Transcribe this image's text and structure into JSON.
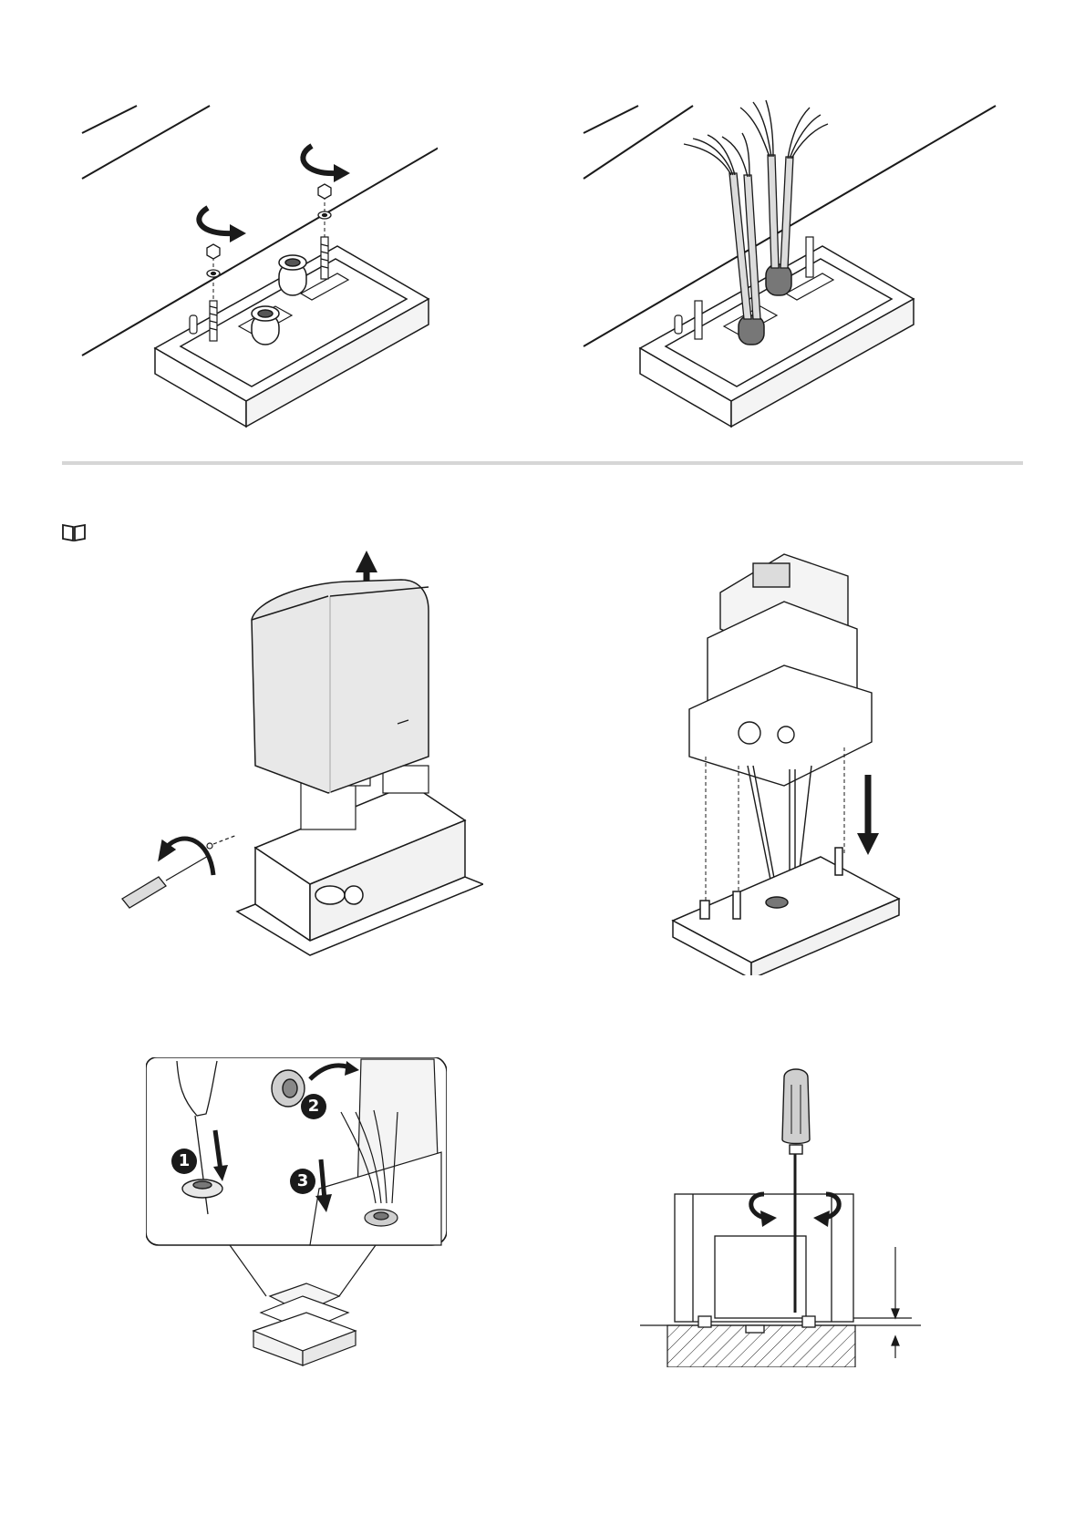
{
  "icons": {
    "manual_reference": "open-book-icon"
  },
  "steps": {
    "s1": "1",
    "s2": "2",
    "s3": "3"
  },
  "colors": {
    "line": "#1a1a1a",
    "fill": "#ffffff",
    "shade": "#d9d9d9",
    "cover": "#eeeeee",
    "divider": "#d6d6d6"
  }
}
